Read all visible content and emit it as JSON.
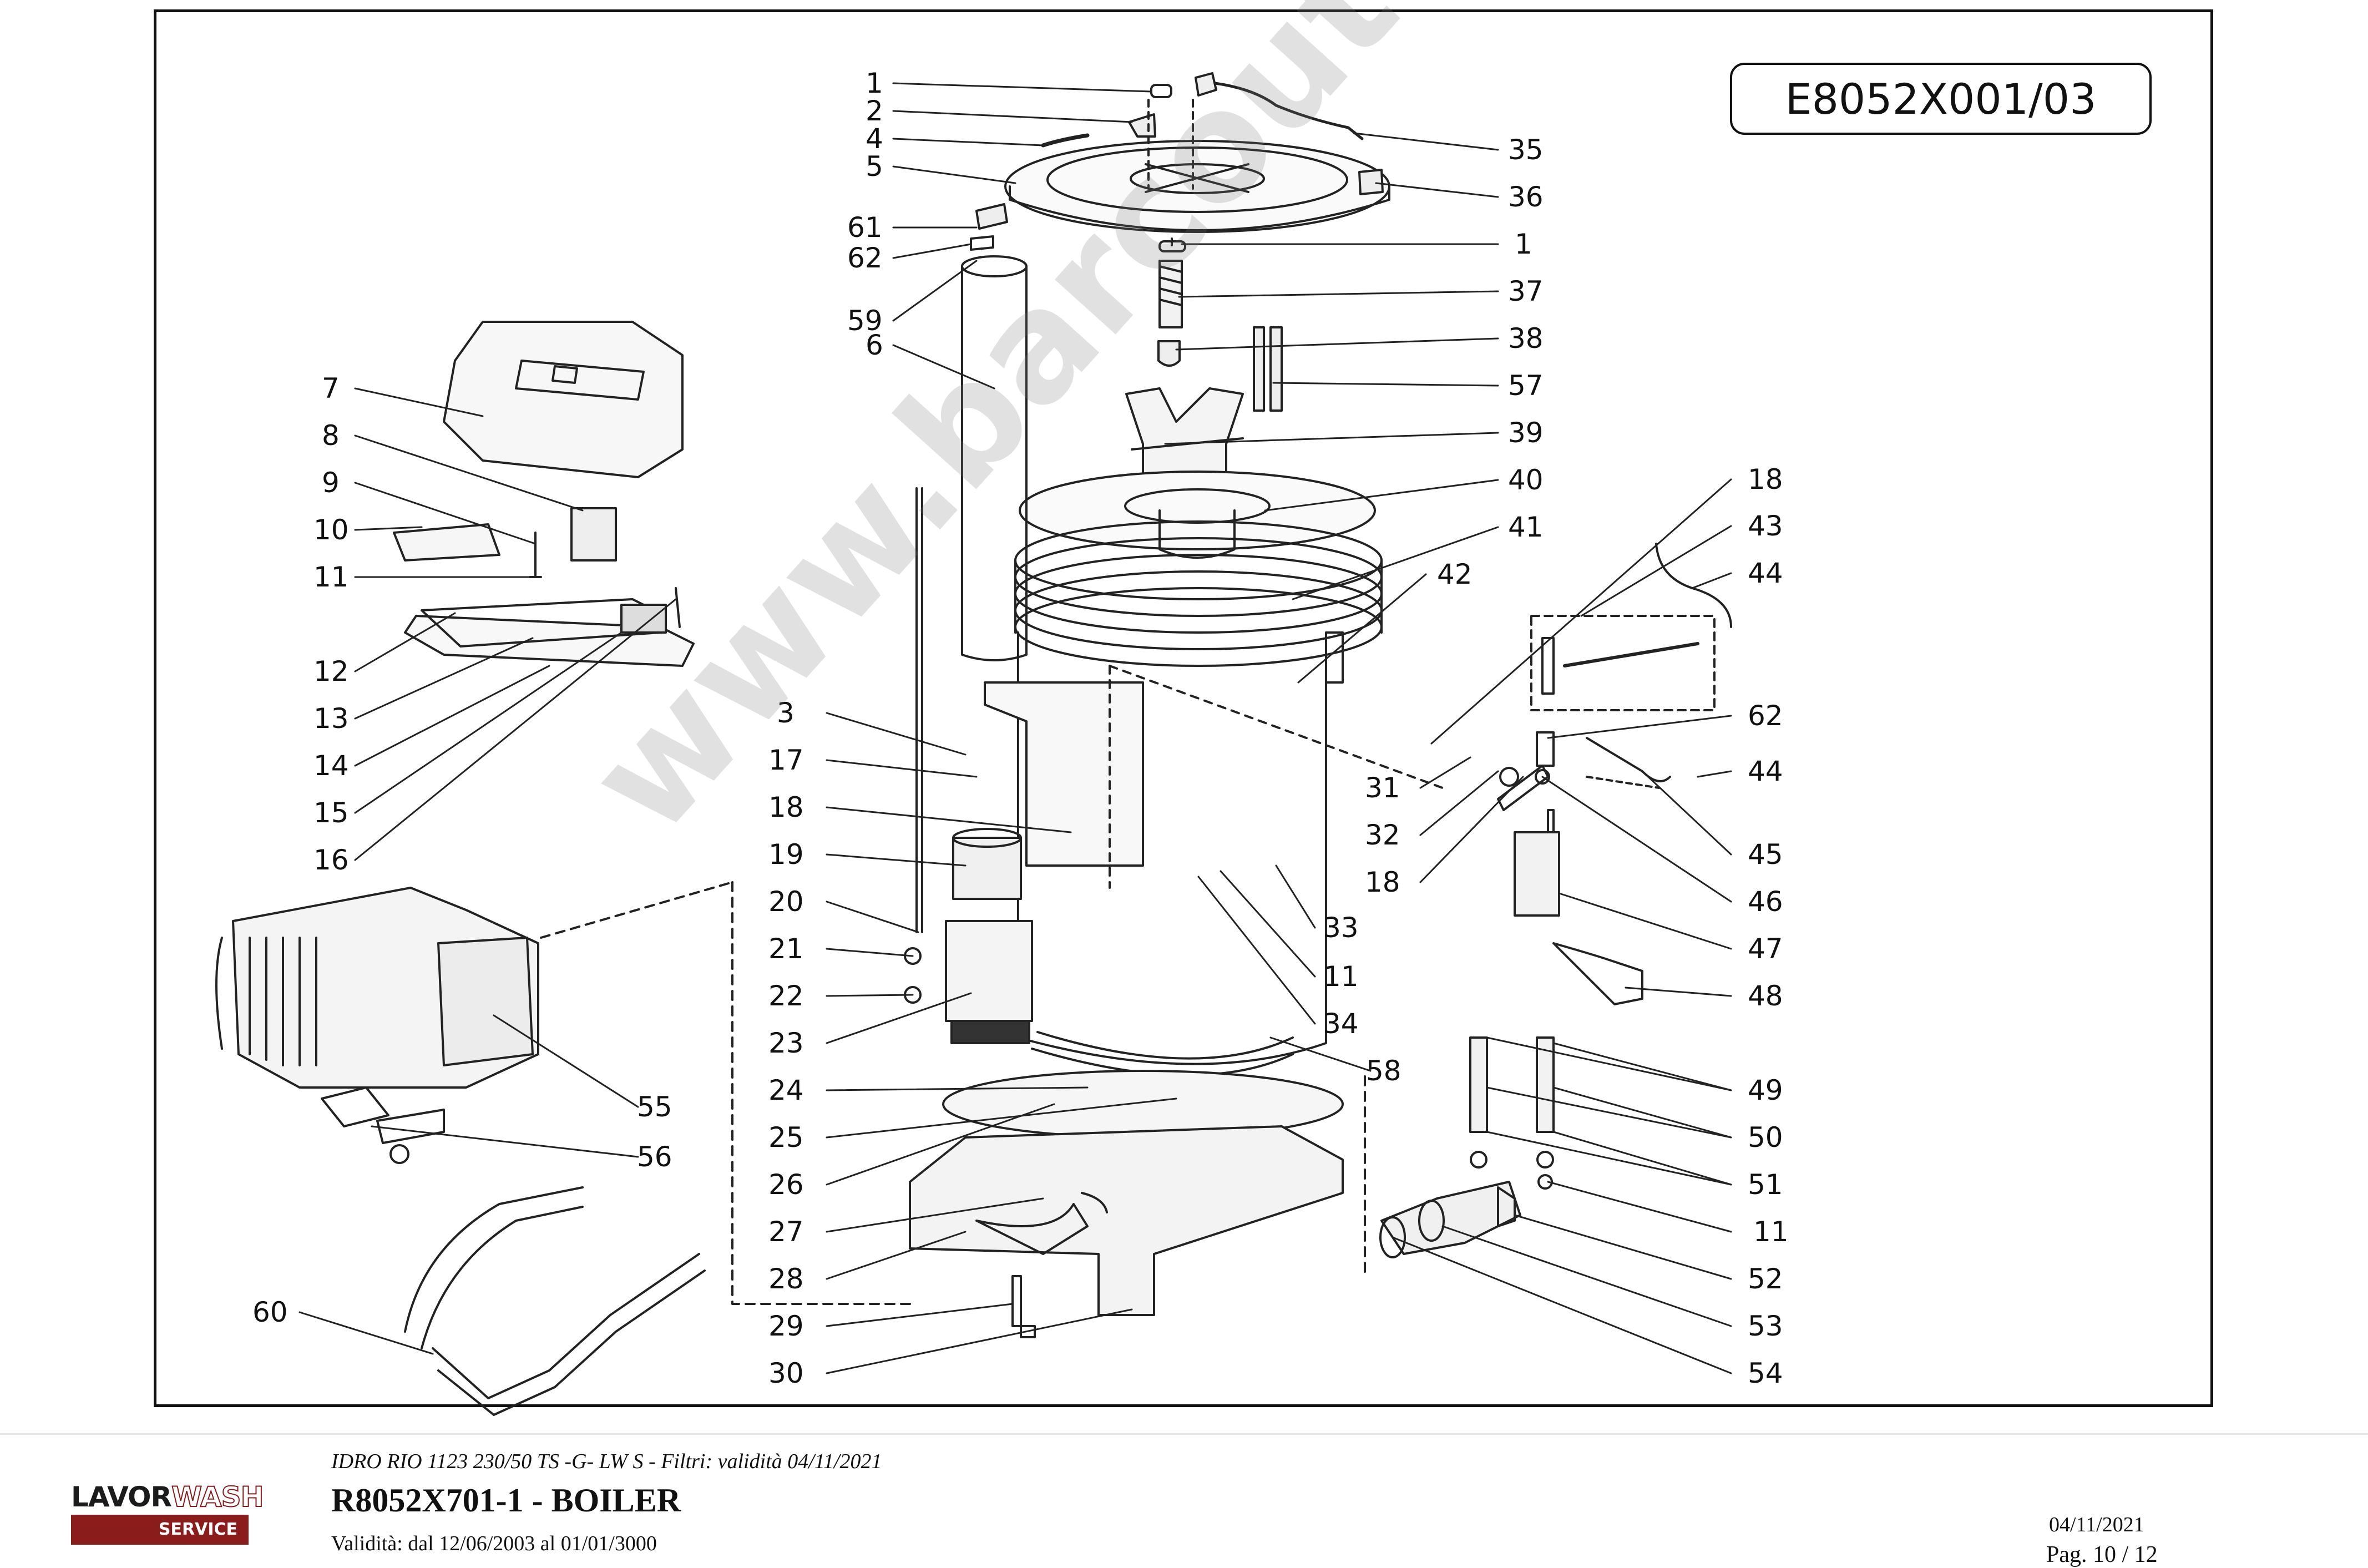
{
  "diagram": {
    "code": "E8052X001/03",
    "watermark": "www.barcoutensili.com",
    "callouts": {
      "left_column": [
        "1",
        "2",
        "4",
        "5",
        "61",
        "62",
        "59",
        "6"
      ],
      "accessory_column": [
        "7",
        "8",
        "9",
        "10",
        "11",
        "12",
        "13",
        "14",
        "15",
        "16"
      ],
      "body_left_column": [
        "3",
        "17",
        "18",
        "19",
        "20",
        "21",
        "22",
        "23",
        "24",
        "25",
        "26",
        "27",
        "28",
        "29",
        "30"
      ],
      "top_right_column": [
        "35",
        "36",
        "1",
        "37",
        "38",
        "57",
        "39",
        "40",
        "41"
      ],
      "middle_right_column": [
        "42",
        "31",
        "32",
        "18",
        "33",
        "11",
        "34",
        "58"
      ],
      "pump_column": [
        "55",
        "56"
      ],
      "hose_label": "60",
      "far_right_column": [
        "18",
        "43",
        "44",
        "62",
        "44",
        "45",
        "46",
        "47",
        "48",
        "49",
        "50",
        "51",
        "11",
        "52",
        "53",
        "54"
      ]
    }
  },
  "footer": {
    "logo_brand_dark": "LAVOR",
    "logo_brand_outline": "WASH",
    "logo_service": "SERVICE",
    "model_line": "IDRO RIO 1123 230/50 TS -G- LW S - Filtri: validità 04/11/2021",
    "doc_title": "R8052X701-1 - BOILER",
    "validity": "Validità: dal 12/06/2003 al 01/01/3000",
    "print_date": "04/11/2021",
    "page": "Pag. 10 / 12"
  }
}
